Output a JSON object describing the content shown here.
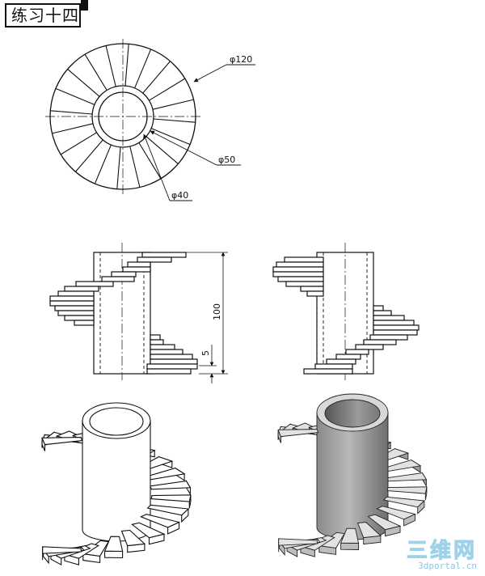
{
  "header": {
    "title": "练习十四"
  },
  "top_view": {
    "dimensions": [
      {
        "label": "φ120"
      },
      {
        "label": "φ50"
      },
      {
        "label": "φ40"
      }
    ]
  },
  "front_view": {
    "dimensions": [
      {
        "label": "100"
      },
      {
        "label": "5"
      }
    ]
  },
  "watermark": {
    "main": "三维网",
    "sub": "3dportal.cn"
  }
}
